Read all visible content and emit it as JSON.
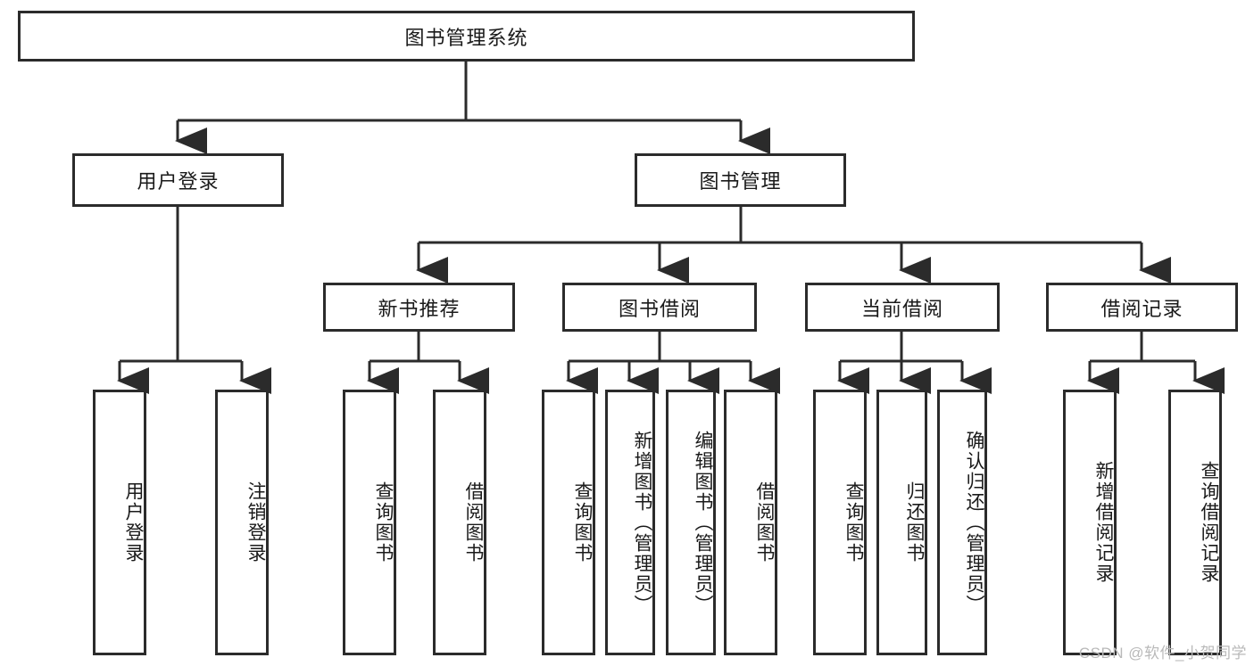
{
  "diagram": {
    "title": "图书管理系统",
    "type": "tree-hierarchy",
    "orientation": "top-down",
    "levels": 4,
    "style": {
      "box_border_color": "#2b2b2b",
      "box_fill_color": "#ffffff",
      "line_color": "#2b2b2b",
      "background_color": "#ffffff",
      "text_color": "#1a1a1a"
    }
  },
  "nodes": {
    "root": {
      "label": "图书管理系统",
      "level": 1
    },
    "level2": [
      {
        "id": "user-login",
        "label": "用户登录"
      },
      {
        "id": "book-management",
        "label": "图书管理"
      }
    ],
    "level3": [
      {
        "id": "new-book-recommend",
        "label": "新书推荐"
      },
      {
        "id": "book-borrow",
        "label": "图书借阅"
      },
      {
        "id": "current-borrow",
        "label": "当前借阅"
      },
      {
        "id": "borrow-record",
        "label": "借阅记录"
      }
    ],
    "leaves": {
      "user-login": [
        {
          "id": "leaf-user-login",
          "label": "用户登录"
        },
        {
          "id": "leaf-logout-login",
          "label": "注销登录"
        }
      ],
      "new-book-recommend": [
        {
          "id": "leaf-query-book-1",
          "label": "查询图书"
        },
        {
          "id": "leaf-borrow-book-1",
          "label": "借阅图书"
        }
      ],
      "book-borrow": [
        {
          "id": "leaf-query-book-2",
          "label": "查询图书"
        },
        {
          "id": "leaf-add-book",
          "label": "新增图书（管理员）"
        },
        {
          "id": "leaf-edit-book",
          "label": "编辑图书（管理员）"
        },
        {
          "id": "leaf-borrow-book-2",
          "label": "借阅图书"
        }
      ],
      "current-borrow": [
        {
          "id": "leaf-query-book-3",
          "label": "查询图书"
        },
        {
          "id": "leaf-return-book",
          "label": "归还图书"
        },
        {
          "id": "leaf-confirm-return",
          "label": "确认归还（管理员）"
        }
      ],
      "borrow-record": [
        {
          "id": "leaf-add-record",
          "label": "新增借阅记录"
        },
        {
          "id": "leaf-query-record",
          "label": "查询借阅记录"
        }
      ]
    }
  },
  "watermark": {
    "text": "CSDN @软件_小贺同学"
  }
}
